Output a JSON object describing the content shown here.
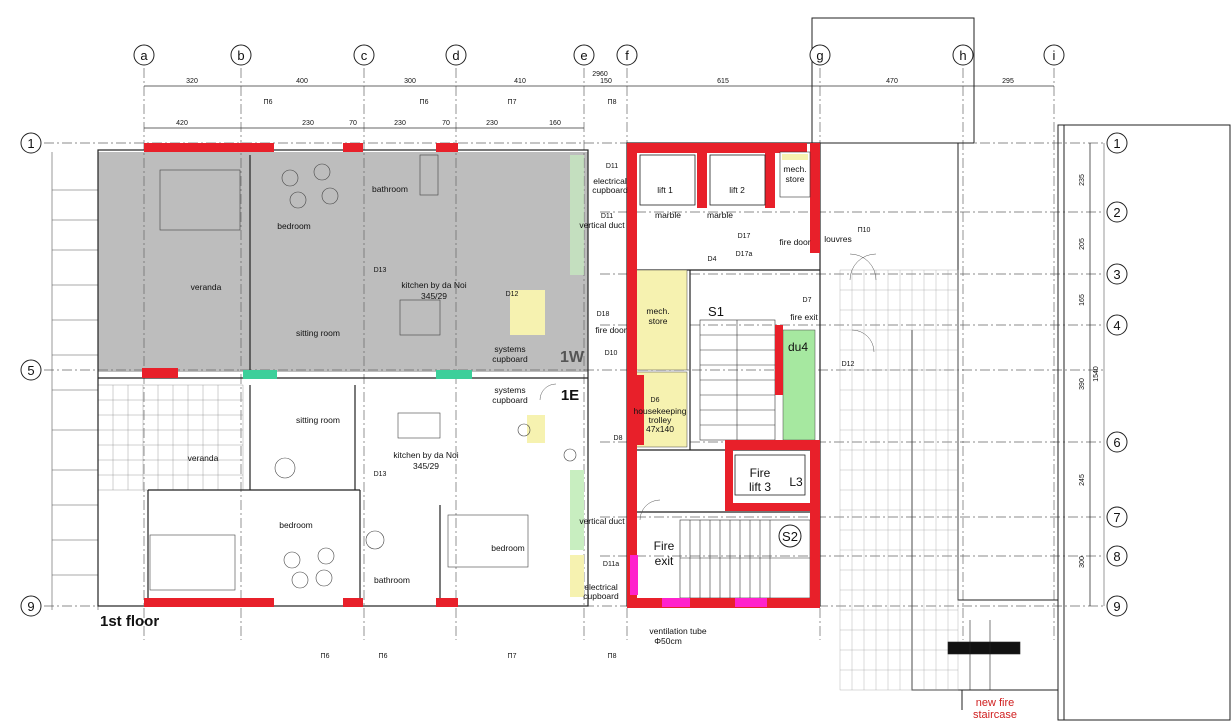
{
  "floor_label": "1st floor",
  "stair_label_line1": "new fire",
  "stair_label_line2": "staircase",
  "axes_cols": [
    "a",
    "b",
    "c",
    "d",
    "e",
    "f",
    "g",
    "h",
    "i"
  ],
  "axes_rows": [
    "1",
    "2",
    "3",
    "4",
    "5",
    "6",
    "7",
    "8",
    "9"
  ],
  "top_dims": [
    "320",
    "400",
    "300",
    "410",
    "150",
    "615",
    "470",
    "295"
  ],
  "overall_dim": "2960",
  "second_dims": [
    "420",
    "230",
    "70",
    "230",
    "70",
    "230",
    "160"
  ],
  "right_dims": [
    "235",
    "205",
    "165",
    "390",
    "245",
    "300"
  ],
  "right_total": "1540",
  "colors": {
    "wall_red": "#e8202a",
    "teal": "#3ccf9a",
    "yellow": "#f6f2b0",
    "green": "#a6e8a0",
    "magenta": "#ff22cc",
    "shade": "#bdbdbd"
  },
  "rooms": {
    "bedroom": "bedroom",
    "bathroom": "bathroom",
    "veranda": "veranda",
    "sitting_room": "sitting room",
    "kitchen1": "kitchen by da Noi",
    "kitchen2": "345/29",
    "systems1": "systems",
    "systems2": "cupboard",
    "mech1": "mech.",
    "mech2": "store",
    "lift1": "lift 1",
    "lift2": "lift 2",
    "fire_lift1": "Fire",
    "fire_lift2": "lift 3",
    "l3": "L3",
    "s1": "S1",
    "s2": "S2",
    "du4": "du4",
    "fire_exit1": "Fire",
    "fire_exit2": "exit",
    "label_1w": "1W",
    "label_1e": "1E",
    "electrical1": "electrical",
    "electrical2": "cupboard",
    "vent1": "ventilation tube",
    "vent2": "Φ50cm",
    "fire_door": "fire door",
    "marble": "marble",
    "housekeeping1": "housekeeping",
    "housekeeping2": "trolley",
    "housekeeping3": "47x140",
    "louvres": "louvres",
    "fire_exit_small": "fire exit",
    "vertical_duct": "vertical duct"
  },
  "doors": [
    "D11",
    "D12",
    "D13",
    "D4",
    "D6",
    "D8",
    "D10",
    "D11a",
    "D13",
    "D17",
    "D17a",
    "D18",
    "D7",
    "D12"
  ],
  "window_tags": [
    "П6",
    "П6",
    "П7",
    "П8",
    "П6",
    "П6",
    "П7",
    "П8",
    "П10"
  ]
}
